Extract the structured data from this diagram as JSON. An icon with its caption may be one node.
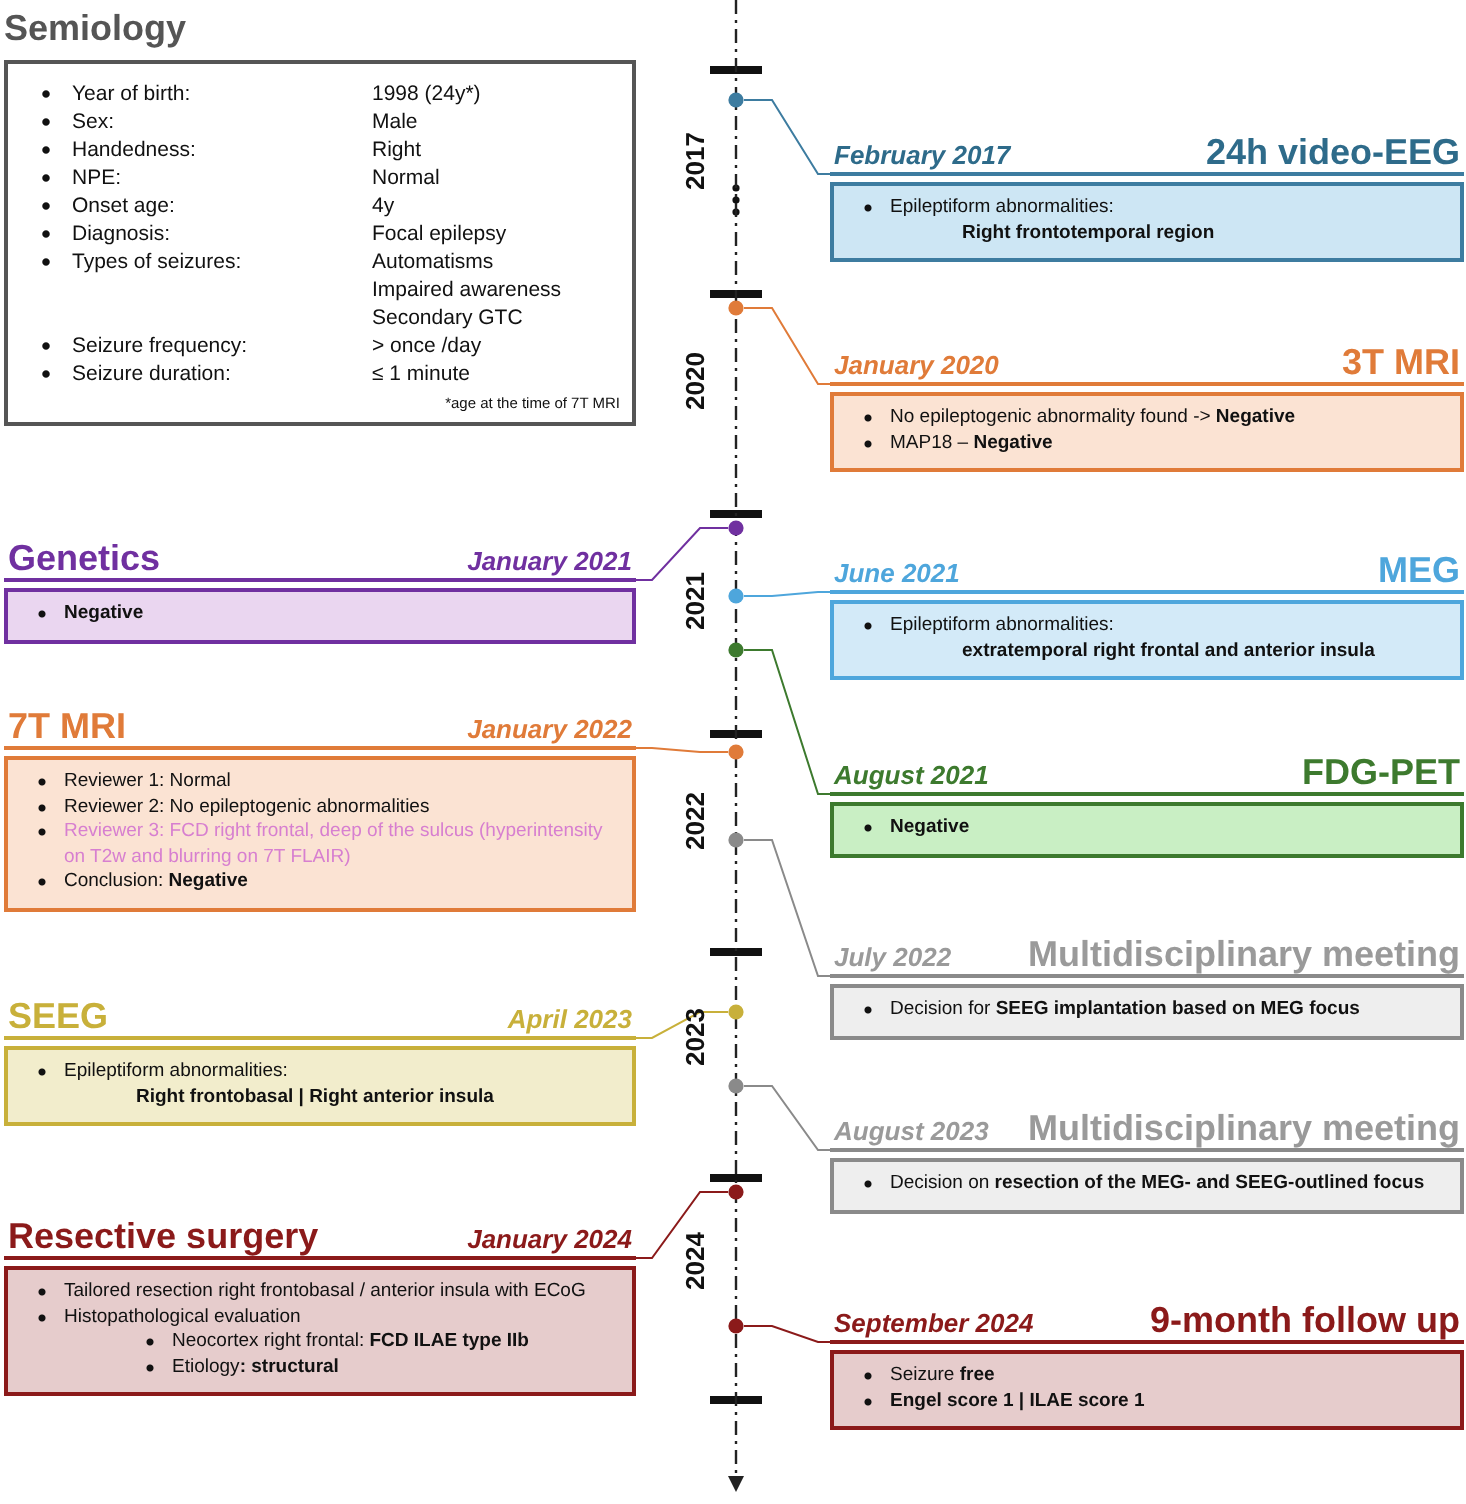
{
  "diagram": {
    "nodes": [
      {
        "text": [
          "Semiology",
          "Year of birth:",
          "1998 (24y*)",
          "Sex:",
          "Male",
          "Handedness:",
          "Right",
          "NPE:",
          "Normal",
          "Onset age:",
          "4y",
          "Diagnosis:",
          "Focal epilepsy",
          "Types of seizures:",
          "Automatisms",
          "Impaired awareness",
          "Secondary GTC",
          "Seizure frequency:",
          "> once /day",
          "Seizure duration:",
          "≤ 1 minute",
          "*age at the time of 7T MRI"
        ]
      },
      {
        "text": [
          "February 2017",
          "24h video-EEG",
          "Epileptiform abnormalities:",
          "Right frontotemporal region"
        ]
      },
      {
        "text": [
          "January 2020",
          "3T MRI",
          "No epileptogenic abnormality found -> **Negative**",
          "MAP18 – **Negative**"
        ]
      },
      {
        "text": [
          "Genetics",
          "January 2021",
          "Negative"
        ]
      },
      {
        "text": [
          "June 2021",
          "MEG",
          "Epileptiform abnormalities:",
          "extratemporal right frontal and anterior insula"
        ]
      },
      {
        "text": [
          "August 2021",
          "FDG-PET",
          "Negative"
        ]
      },
      {
        "text": [
          "7T MRI",
          "January 2022",
          "Reviewer 1: Normal",
          "Reviewer 2: No epileptogenic abnormalities",
          "Reviewer 3: FCD right frontal, deep of the sulcus (hyperintensity on T2w and blurring on 7T FLAIR)",
          "Conclusion: **Negative**"
        ]
      },
      {
        "text": [
          "July 2022",
          "Multidisciplinary meeting",
          "Decision for **SEEG implantation based on MEG focus**"
        ]
      },
      {
        "text": [
          "SEEG",
          "April 2023",
          "Epileptiform abnormalities:",
          "Right frontobasal | Right anterior insula"
        ]
      },
      {
        "text": [
          "August 2023",
          "Multidisciplinary meeting",
          "Decision on **resection of the MEG- and SEEG-outlined focus**"
        ]
      },
      {
        "text": [
          "Resective surgery",
          "January 2024",
          "Tailored resection right frontobasal / anterior insula with ECoG",
          "Histopathological evaluation",
          "Neocortex right frontal: **FCD ILAE type IIb**",
          "Etiology**: structural**"
        ]
      },
      {
        "text": [
          "September 2024",
          "9-month follow up",
          "Seizure **free**",
          "Engel score 1 | ILAE score 1"
        ]
      },
      {
        "text": [],
        "shape": "circle"
      },
      {
        "text": [],
        "shape": "circle"
      },
      {
        "text": [],
        "shape": "circle"
      },
      {
        "text": [],
        "shape": "circle"
      },
      {
        "text": [],
        "shape": "circle"
      },
      {
        "text": [],
        "shape": "circle"
      },
      {
        "text": [],
        "shape": "circle"
      },
      {
        "text": [],
        "shape": "circle"
      },
      {
        "text": [],
        "shape": "circle"
      },
      {
        "text": [],
        "shape": "circle"
      },
      {
        "text": [],
        "shape": "circle"
      }
    ],
    "edges": [
      {
        "from": 12,
        "to": 1,
        "arrow": "none",
        "color": "#3d7ca0"
      },
      {
        "from": 13,
        "to": 2,
        "arrow": "none",
        "color": "#e07b39"
      },
      {
        "from": 14,
        "to": 3,
        "arrow": "none",
        "color": "#7030a0"
      },
      {
        "from": 15,
        "to": 4,
        "arrow": "none",
        "color": "#4ea6dc"
      },
      {
        "from": 16,
        "to": 5,
        "arrow": "none",
        "color": "#3d7a2e"
      },
      {
        "from": 17,
        "to": 6,
        "arrow": "none",
        "color": "#e07b39"
      },
      {
        "from": 18,
        "to": 7,
        "arrow": "none",
        "color": "#8a8a8a"
      },
      {
        "from": 19,
        "to": 8,
        "arrow": "none",
        "color": "#c8b03a"
      },
      {
        "from": 20,
        "to": 9,
        "arrow": "none",
        "color": "#8a8a8a"
      },
      {
        "from": 21,
        "to": 10,
        "arrow": "none",
        "color": "#8b1a1a"
      },
      {
        "from": 22,
        "to": 11,
        "arrow": "none",
        "color": "#8b1a1a"
      }
    ],
    "labels": [
      "2017",
      "2020",
      "2021",
      "2022",
      "2023",
      "2024"
    ]
  }
}
